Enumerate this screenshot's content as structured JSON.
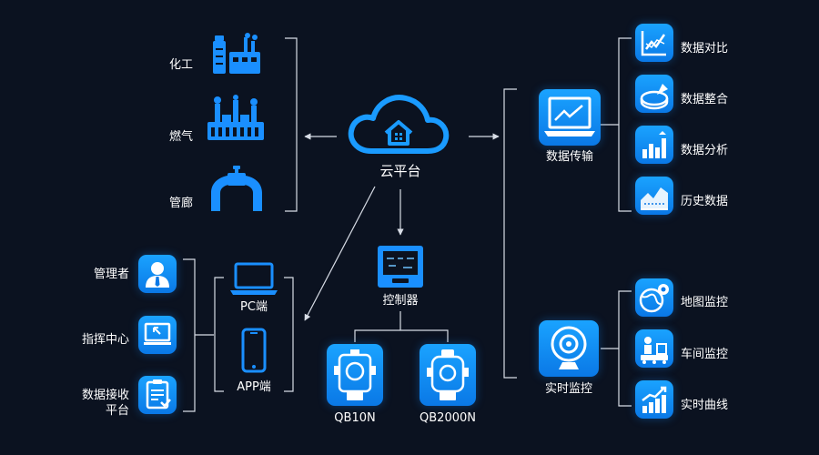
{
  "colors": {
    "background": "#0b1220",
    "icon_blue": "#1a8fff",
    "tile_blue": "#0a78e6",
    "line": "#d8dde6"
  },
  "cloud": {
    "label": "云平台",
    "icon": "cloud-home-icon"
  },
  "industries": [
    {
      "label": "化工",
      "icon": "chemical-plant-icon"
    },
    {
      "label": "燃气",
      "icon": "gas-station-icon"
    },
    {
      "label": "管廊",
      "icon": "pipe-corridor-icon"
    }
  ],
  "users": [
    {
      "label": "管理者",
      "icon": "manager-icon"
    },
    {
      "label": "指挥中心",
      "icon": "command-center-icon"
    },
    {
      "label": "数据接收",
      "label2": "平台",
      "icon": "data-receive-icon"
    }
  ],
  "terminals": [
    {
      "label": "PC端",
      "icon": "laptop-icon"
    },
    {
      "label": "APP端",
      "icon": "phone-icon"
    }
  ],
  "controller": {
    "label": "控制器",
    "icon": "controller-icon"
  },
  "detectors": [
    {
      "label": "QB10N",
      "icon": "gas-detector-icon"
    },
    {
      "label": "QB2000N",
      "icon": "gas-detector-icon"
    }
  ],
  "transmission": {
    "label": "数据传输",
    "icon": "monitor-chart-icon",
    "items": [
      {
        "label": "数据对比",
        "icon": "line-compare-icon"
      },
      {
        "label": "数据整合",
        "icon": "pie-integrate-icon"
      },
      {
        "label": "数据分析",
        "icon": "bar-analysis-icon"
      },
      {
        "label": "历史数据",
        "icon": "area-history-icon"
      }
    ]
  },
  "monitoring": {
    "label": "实时监控",
    "icon": "webcam-icon",
    "items": [
      {
        "label": "地图监控",
        "icon": "globe-camera-icon"
      },
      {
        "label": "车间监控",
        "icon": "workshop-icon"
      },
      {
        "label": "实时曲线",
        "icon": "realtime-curve-icon"
      }
    ]
  }
}
